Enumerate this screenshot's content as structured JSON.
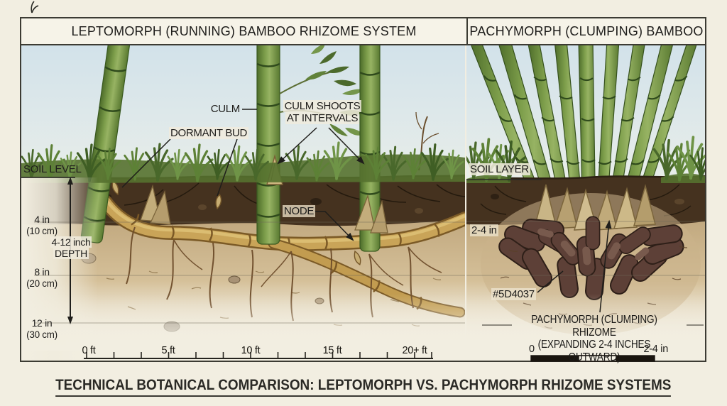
{
  "header": {
    "left_title": "LEPTOMORPH (RUNNING) BAMBOO RHIZOME SYSTEM",
    "right_title": "PACHYMORPH (CLUMPING) BAMBOO"
  },
  "left_panel": {
    "culm_label": "CULM",
    "culm_shoots_line1": "CULM SHOOTS",
    "culm_shoots_line2": "AT INTERVALS",
    "dormant_bud_label": "DORMANT BUD",
    "node_label": "NODE",
    "soil_level_label": "SOIL LEVEL",
    "depth_axis": {
      "tick1_main": "4 in",
      "tick1_sub": "(10 cm)",
      "tick2_main": "8 in",
      "tick2_sub": "(20 cm)",
      "tick3_main": "12 in",
      "tick3_sub": "(30 cm)",
      "range_line1": "4-12 inch",
      "range_line2": "DEPTH"
    },
    "ruler_labels": [
      "0 ft",
      "5 ft",
      "10 ft",
      "15 ft",
      "20+ ft"
    ]
  },
  "right_panel": {
    "soil_layer_label": "SOIL LAYER",
    "depth_label": "2-4 in",
    "color_code_label": "#5D4037",
    "rhizome_caption_line1": "PACHYMORPH (CLUMPING) RHIZOME",
    "rhizome_caption_line2": "(EXPANDING 2-4 INCHES OUTWARD)",
    "scale_bar": {
      "start_label": "0",
      "end_label": "2-4 in"
    }
  },
  "footer": {
    "caption": "TECHNICAL BOTANICAL COMPARISON: LEPTOMORPH VS. PACHYMORPH RHIZOME SYSTEMS"
  },
  "colors": {
    "background": "#F2EEE1",
    "frame": "#3C3B33",
    "sky": "#D6E4EA",
    "grass_green": "#5E8136",
    "topsoil": "#45321F",
    "subsoil": "#CDB68E",
    "leptomorph_rhizome": "#C9A458",
    "pachymorph_rhizome": "#5D4037",
    "culm_green": "#6C8D3F",
    "text": "#232220"
  }
}
